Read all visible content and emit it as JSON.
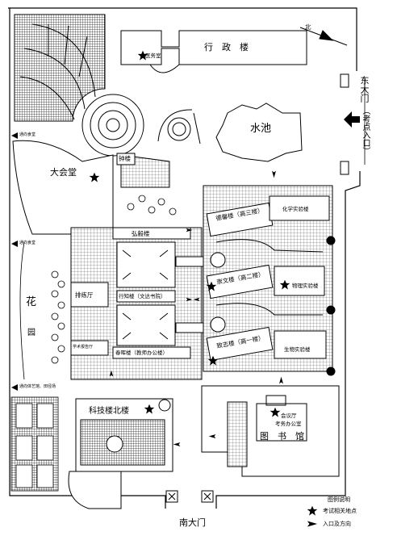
{
  "buildings": {
    "admin": "行　政　楼",
    "clinic": "医务室",
    "pond": "水池",
    "auditorium": "大会堂",
    "stairs_hall": "钟楼",
    "hongyi": "弘毅楼",
    "training": "排练厅",
    "xingzhi": "行知楼（文达书院）",
    "lecture": "学术报告厅",
    "chunhui": "春晖楼（教师办公楼）",
    "dexin": "德馨楼（高三楼）",
    "chemistry": "化学实验楼",
    "chongwen": "崇文楼（高二楼）",
    "physics": "物理实验楼",
    "zhizhi": "致志楼（高一楼）",
    "biology": "生物实验楼",
    "garden_1": "花",
    "garden_2": "园",
    "science": "科技楼北楼",
    "library": "图　书　馆",
    "exam_office_1": "会议厅",
    "exam_office_2": "考务办公室"
  },
  "gates": {
    "east": "东大门",
    "east_entry": "（考点入口）",
    "south": "南大门"
  },
  "notes": {
    "to_canteen_1": "通向食堂",
    "to_canteen_2": "通向食堂",
    "to_gym": "通向体艺馆、田径场"
  },
  "compass": "北",
  "legend": {
    "title": "图例说明",
    "exam_location": "考试相关地点",
    "entrance": "入口及方向"
  },
  "colors": {
    "ink": "#000000",
    "paper": "#ffffff",
    "grid": "#555555"
  },
  "icons": [
    "star-icon",
    "entrance-arrow-icon",
    "north-arrow-icon"
  ]
}
